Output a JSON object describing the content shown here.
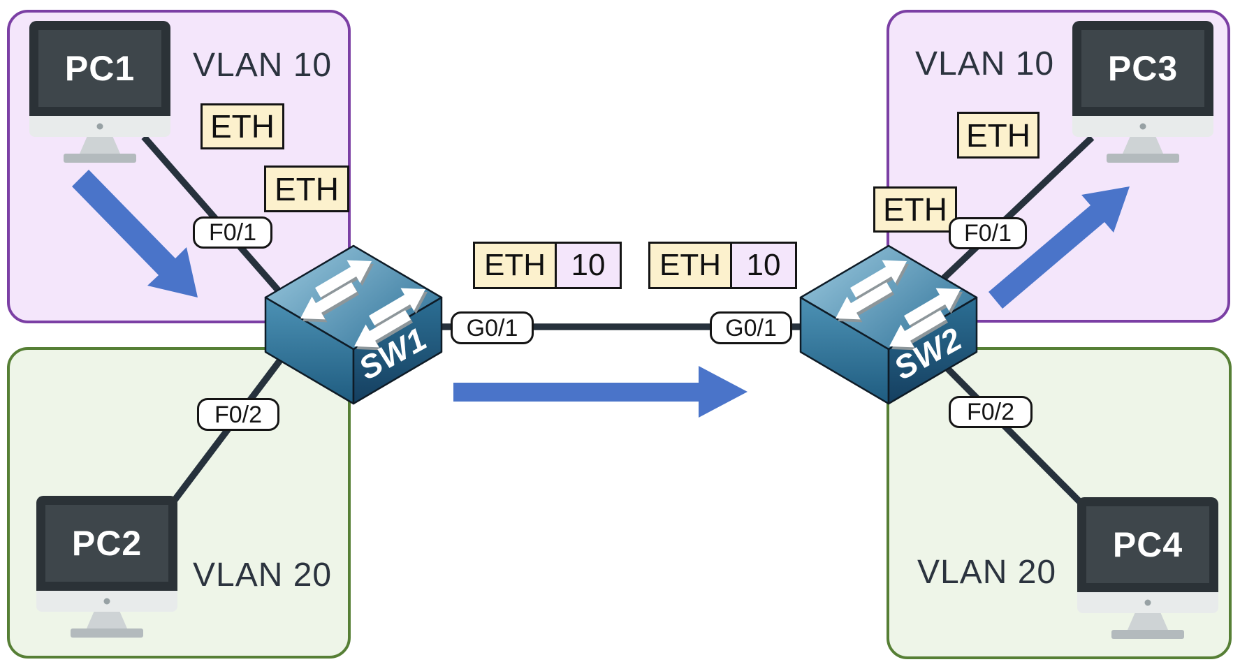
{
  "zones": [
    {
      "id": "vlan10-left",
      "label": "VLAN 10"
    },
    {
      "id": "vlan20-left",
      "label": "VLAN 20"
    },
    {
      "id": "vlan10-right",
      "label": "VLAN 10"
    },
    {
      "id": "vlan20-right",
      "label": "VLAN 20"
    }
  ],
  "devices": {
    "pc1": {
      "label": "PC1"
    },
    "pc2": {
      "label": "PC2"
    },
    "pc3": {
      "label": "PC3"
    },
    "pc4": {
      "label": "PC4"
    },
    "sw1": {
      "label": "SW1"
    },
    "sw2": {
      "label": "SW2"
    }
  },
  "ports": {
    "sw1_access1": "F0/1",
    "sw1_access2": "F0/2",
    "sw1_trunk": "G0/1",
    "sw2_trunk": "G0/1",
    "sw2_access1": "F0/1",
    "sw2_access2": "F0/2"
  },
  "frames": {
    "untagged_label": "ETH",
    "tagged": [
      {
        "eth": "ETH",
        "vlan_id": "10"
      },
      {
        "eth": "ETH",
        "vlan_id": "10"
      }
    ]
  },
  "colors": {
    "vlan10_fill": "#f4e6fb",
    "vlan10_border": "#7b3fa4",
    "vlan20_fill": "#eef5e8",
    "vlan20_border": "#567f35",
    "frame_untagged_fill": "#fcf1cd",
    "frame_tag_fill": "#f4e6fb",
    "traffic_arrow": "#4a74c9",
    "cable": "#26313c",
    "text": "#2b333e"
  }
}
